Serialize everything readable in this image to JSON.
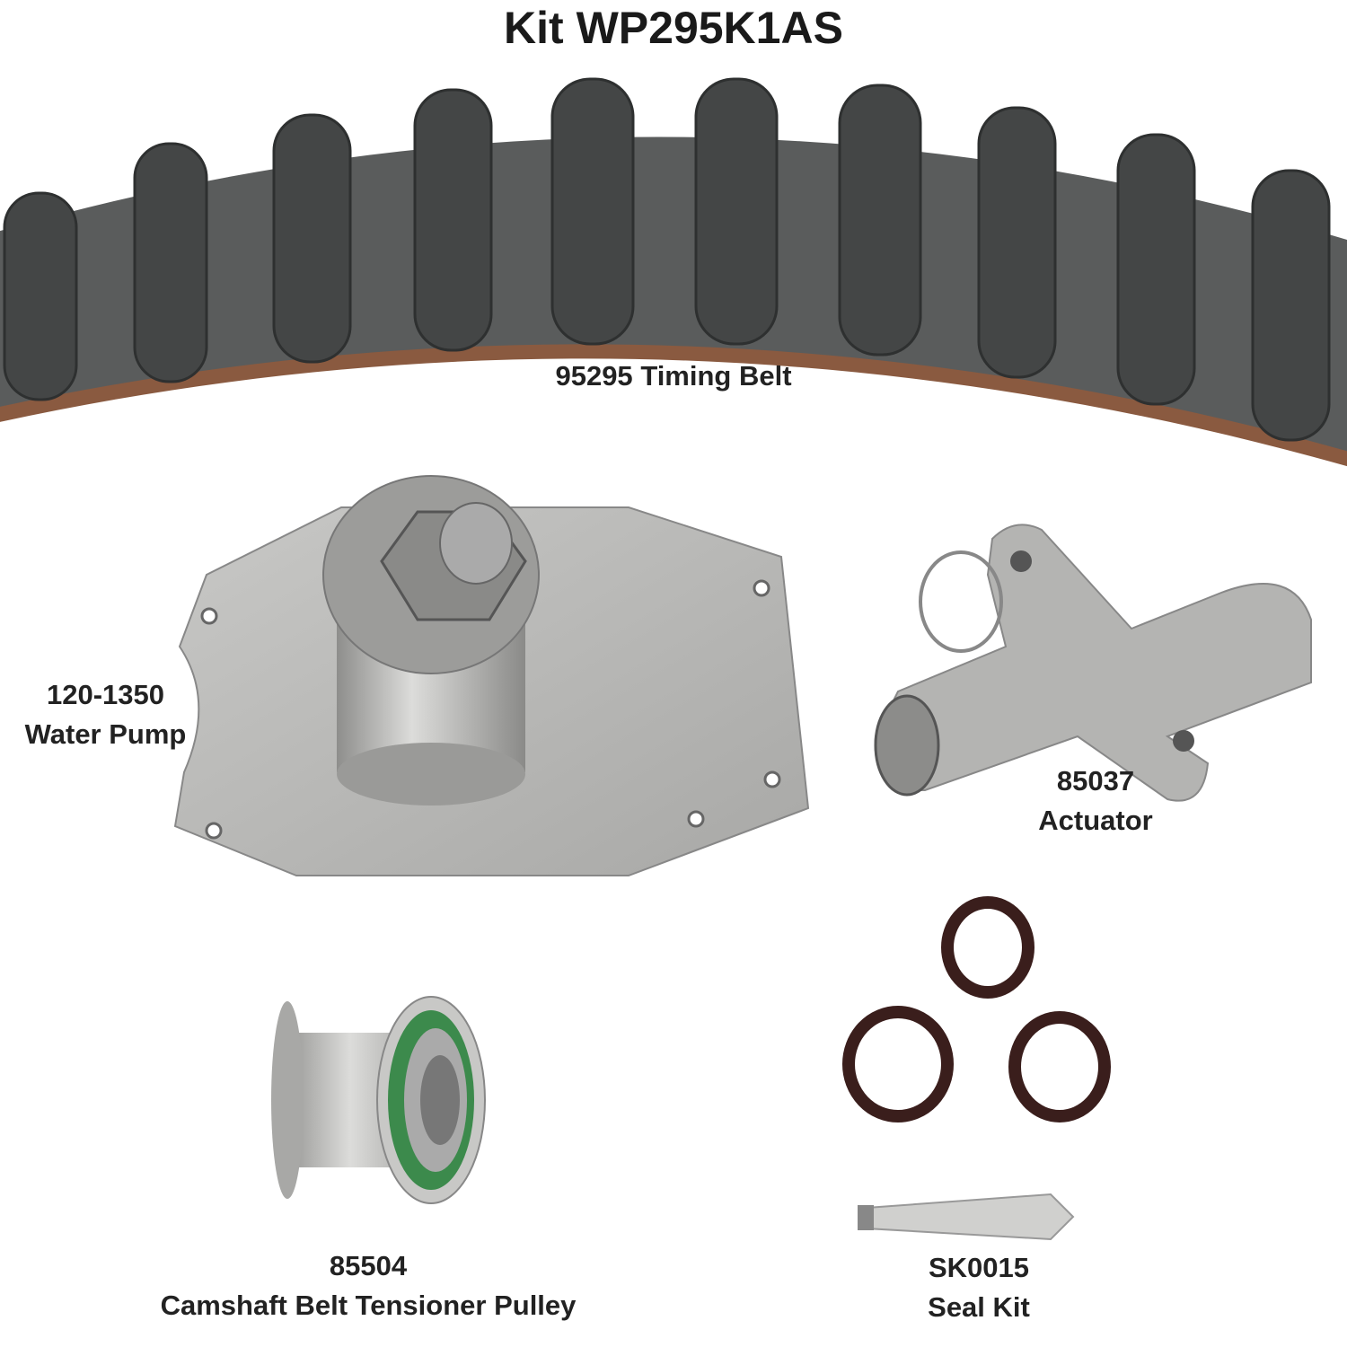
{
  "title": "Kit WP295K1AS",
  "parts": {
    "belt": {
      "number": "95295",
      "name": "Timing Belt"
    },
    "water_pump": {
      "number": "120-1350",
      "name": "Water Pump"
    },
    "actuator": {
      "number": "85037",
      "name": "Actuator"
    },
    "pulley": {
      "number": "85504",
      "name": "Camshaft Belt Tensioner Pulley"
    },
    "seal_kit": {
      "number": "SK0015",
      "name": "Seal Kit"
    }
  },
  "colors": {
    "belt": "#4a4c4c",
    "belt_edge": "#8a5a40",
    "metal": "#b8b8b6",
    "seal": "#3a1e1c",
    "pulley_ring": "#3c8a4c"
  }
}
